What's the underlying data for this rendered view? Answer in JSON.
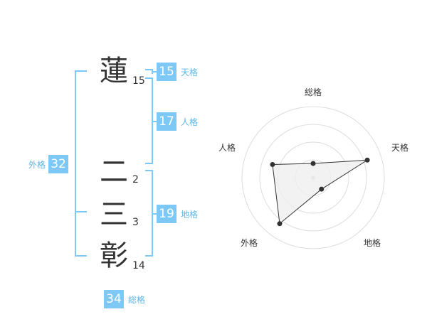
{
  "colors": {
    "accent": "#7dc8f4",
    "accent_text": "#5fb6e8",
    "text": "#333333",
    "grid": "#dddddd",
    "radar_fill": "#efefef",
    "radar_stroke": "#333333"
  },
  "name": {
    "characters": [
      {
        "char": "蓮",
        "strokes": "15"
      },
      {
        "char": "二",
        "strokes": "2"
      },
      {
        "char": "三",
        "strokes": "3"
      },
      {
        "char": "彰",
        "strokes": "14"
      }
    ]
  },
  "fortune": {
    "tenkaku": {
      "value": "15",
      "label": "天格"
    },
    "jinkaku": {
      "value": "17",
      "label": "人格"
    },
    "chikaku": {
      "value": "19",
      "label": "地格"
    },
    "gaikaku": {
      "value": "32",
      "label": "外格"
    },
    "soukaku": {
      "value": "34",
      "label": "総格"
    }
  },
  "chart_data": {
    "type": "radar",
    "axes": [
      "総格",
      "天格",
      "地格",
      "外格",
      "人格"
    ],
    "max": 5,
    "rings": 4,
    "values": [
      1,
      4,
      1,
      4,
      3
    ]
  }
}
